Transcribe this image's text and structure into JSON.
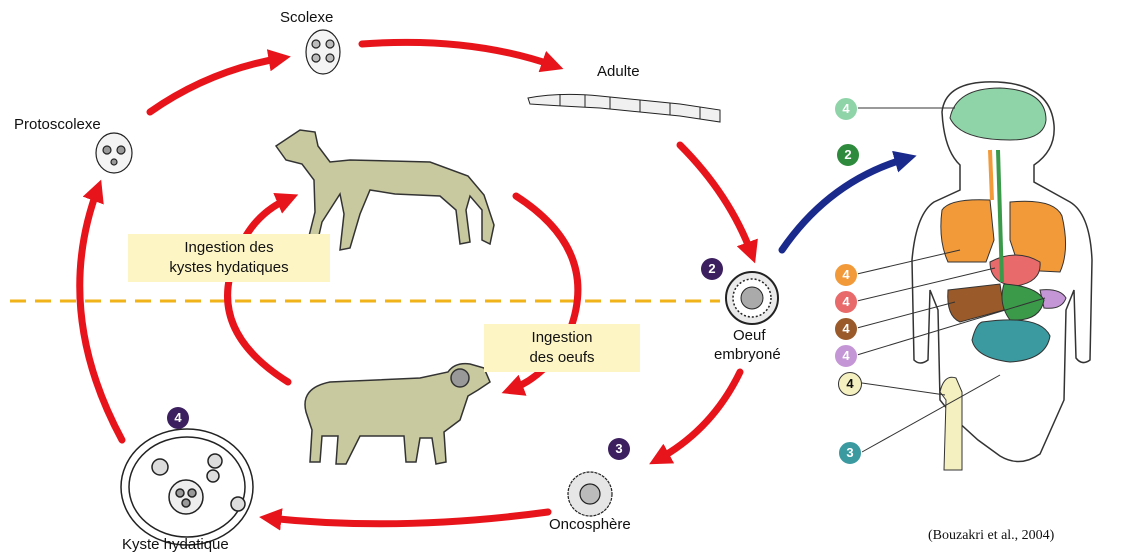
{
  "stages": {
    "scolexe": "Scolexe",
    "adulte": "Adulte",
    "protoscolexe": "Protoscolexe",
    "oeuf_line1": "Oeuf",
    "oeuf_line2": "embryoné",
    "oncosphere": "Oncosphère",
    "kyste": "Kyste hydatique"
  },
  "boxes": {
    "ingestion_kystes_line1": "Ingestion des",
    "ingestion_kystes_line2": "kystes hydatiques",
    "ingestion_oeufs_line1": "Ingestion",
    "ingestion_oeufs_line2": "des oeufs"
  },
  "badges": {
    "oeuf": "2",
    "oncosphere": "3",
    "kyste": "4"
  },
  "human_badges": {
    "brain": "4",
    "entry": "2",
    "lungs": "4",
    "heart": "4",
    "liver": "4",
    "spleen": "4",
    "bone": "4",
    "intestine": "3"
  },
  "citation": "(Bouzakri et al., 2004)",
  "colors": {
    "cycle_arrow": "#e8141b",
    "blue_arrow": "#1a2a8c",
    "dashed_line": "#f0b31a",
    "badge_dark": "#3b1f5e",
    "box_bg": "#fdf5c4",
    "animal_fill": "#c9c9a0",
    "brain": "#8fd4a8",
    "lungs": "#f29a3a",
    "heart": "#e86a6a",
    "liver": "#9a5a2a",
    "spleen": "#c496d6",
    "intestine": "#3a9aa0",
    "stomach": "#3a9a4a",
    "bone": "#f4f0c0"
  },
  "icons": [
    "scolex-icon",
    "adult-worm-icon",
    "protoscolex-icon",
    "egg-icon",
    "oncosphere-icon",
    "hydatid-cyst-icon",
    "dog-icon",
    "sheep-icon",
    "human-body-icon"
  ]
}
